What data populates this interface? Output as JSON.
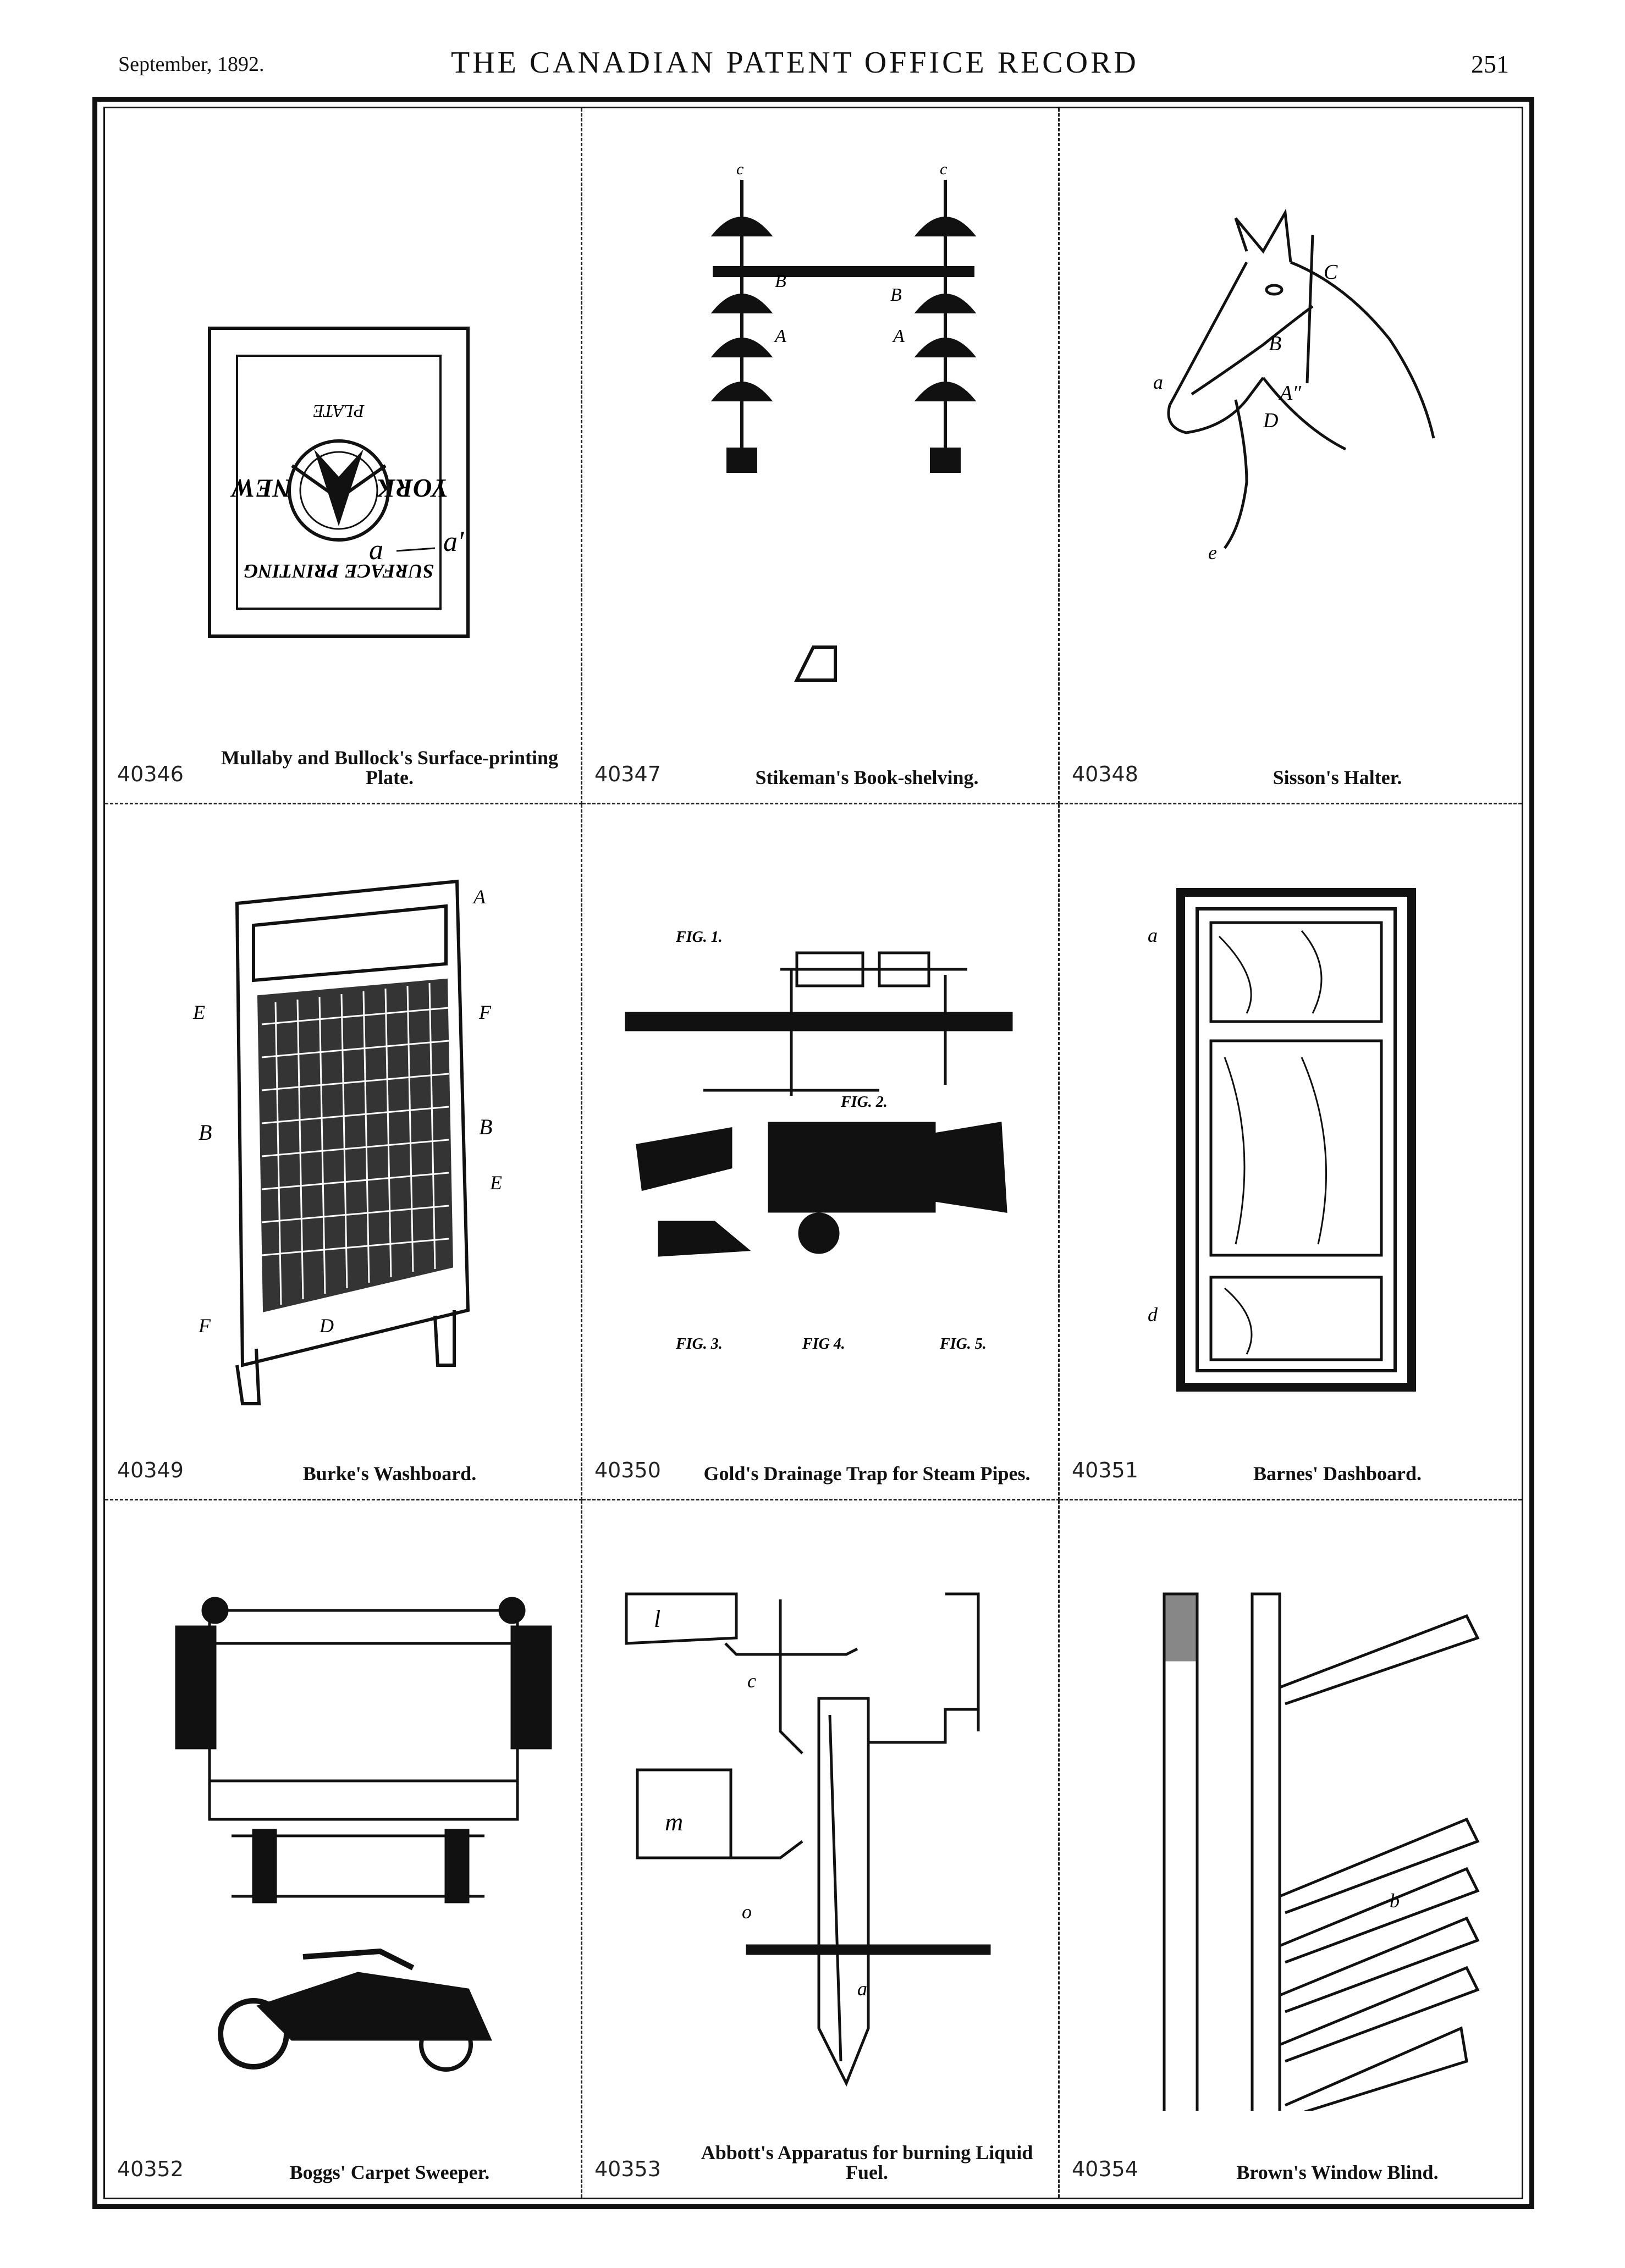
{
  "header": {
    "date": "September, 1892.",
    "title": "THE CANADIAN PATENT OFFICE RECORD",
    "page": "251"
  },
  "plate_text": {
    "top": "SURFACE PRINTING",
    "left": "YORK",
    "right": "NEW",
    "bottom": "PLATE"
  },
  "patents": [
    {
      "number": "40346",
      "caption": "Mullaby and Bullock's Surface-printing Plate.",
      "icon": "printing-plate-drawing"
    },
    {
      "number": "40347",
      "caption": "Stikeman's Book-shelving.",
      "icon": "book-shelving-drawing"
    },
    {
      "number": "40348",
      "caption": "Sisson's Halter.",
      "icon": "horse-halter-drawing"
    },
    {
      "number": "40349",
      "caption": "Burke's Washboard.",
      "icon": "washboard-drawing"
    },
    {
      "number": "40350",
      "caption": "Gold's Drainage Trap for Steam Pipes.",
      "icon": "drainage-trap-drawing"
    },
    {
      "number": "40351",
      "caption": "Barnes' Dashboard.",
      "icon": "dashboard-drawing"
    },
    {
      "number": "40352",
      "caption": "Boggs' Carpet Sweeper.",
      "icon": "carpet-sweeper-drawing"
    },
    {
      "number": "40353",
      "caption": "Abbott's Apparatus for burning Liquid Fuel.",
      "icon": "fuel-burner-drawing"
    },
    {
      "number": "40354",
      "caption": "Brown's Window Blind.",
      "icon": "window-blind-drawing"
    }
  ],
  "colors": {
    "ink": "#111111",
    "paper": "#ffffff"
  }
}
